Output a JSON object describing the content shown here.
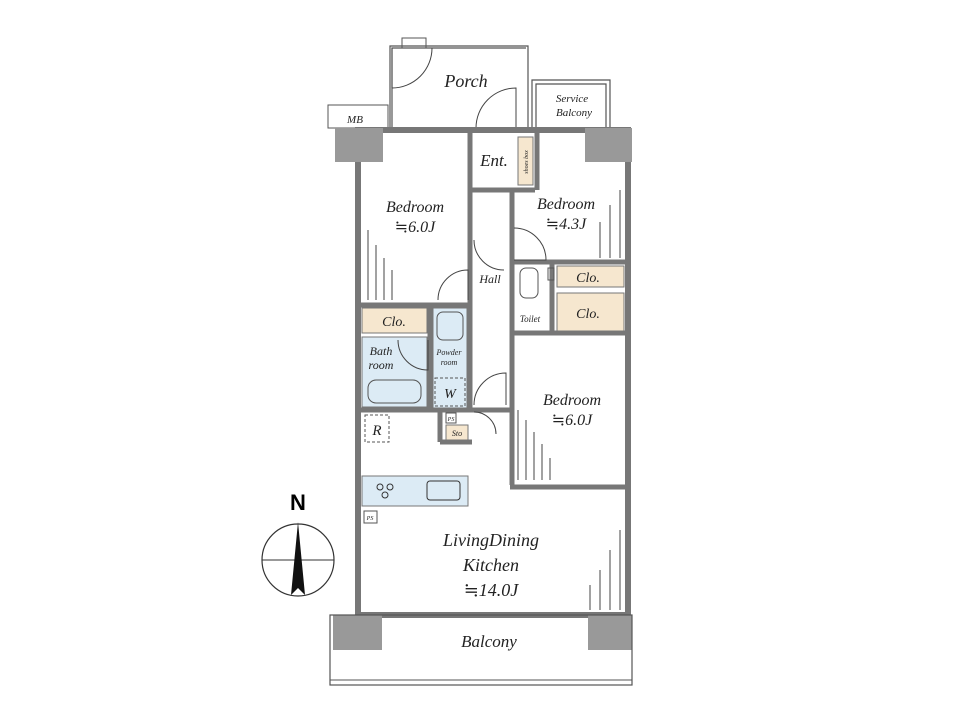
{
  "compass": {
    "label": "N"
  },
  "rooms": {
    "porch": "Porch",
    "mb": "MB",
    "service_balcony_1": "Service",
    "service_balcony_2": "Balcony",
    "entrance": "Ent.",
    "shoes_box": "shoes box",
    "bedroom_nw": {
      "name": "Bedroom",
      "size": "≒6.0J"
    },
    "bedroom_ne": {
      "name": "Bedroom",
      "size": "≒4.3J"
    },
    "hall": "Hall",
    "closet_1": "Clo.",
    "closet_2": "Clo.",
    "closet_3": "Clo.",
    "toilet": "Toilet",
    "bathroom_1": "Bath",
    "bathroom_2": "room",
    "powder_1": "Powder",
    "powder_2": "room",
    "washer": "W",
    "refrigerator": "R",
    "ps_1": "PS",
    "ps_2": "PS",
    "storage": "Sto",
    "bedroom_se": {
      "name": "Bedroom",
      "size": "≒6.0J"
    },
    "ldk": {
      "name_1": "LivingDining",
      "name_2": "Kitchen",
      "size": "≒14.0J"
    },
    "balcony": "Balcony"
  },
  "colors": {
    "wall": "#777777",
    "column": "#999999",
    "storage": "#f6e7cf",
    "wet_area": "#dcebf5"
  }
}
